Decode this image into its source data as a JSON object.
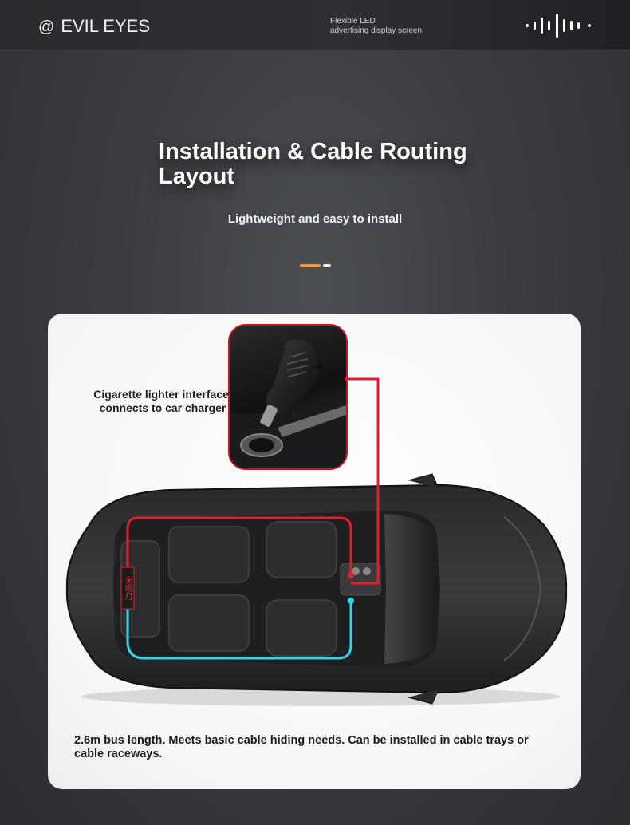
{
  "header": {
    "brand_prefix": "@",
    "brand_name": "EVIL EYES",
    "tagline_line1": "Flexible LED",
    "tagline_line2": "advertising display screen",
    "logo_icon": "sound-wave-icon"
  },
  "hero": {
    "title": "Installation & Cable Routing Layout",
    "subtitle": "Lightweight and easy to install"
  },
  "pager": {
    "active_color": "#f39a2a",
    "inactive_color": "#f5f5f5"
  },
  "diagram": {
    "callout": "Cigarette lighter interface, connects to car charger",
    "screen_label": "未眠灯",
    "caption": "2.6m bus length. Meets basic cable hiding needs. Can be installed in cable trays or cable raceways.",
    "colors": {
      "power_wire": "#e0212a",
      "data_wire": "#2fd6e6"
    }
  }
}
